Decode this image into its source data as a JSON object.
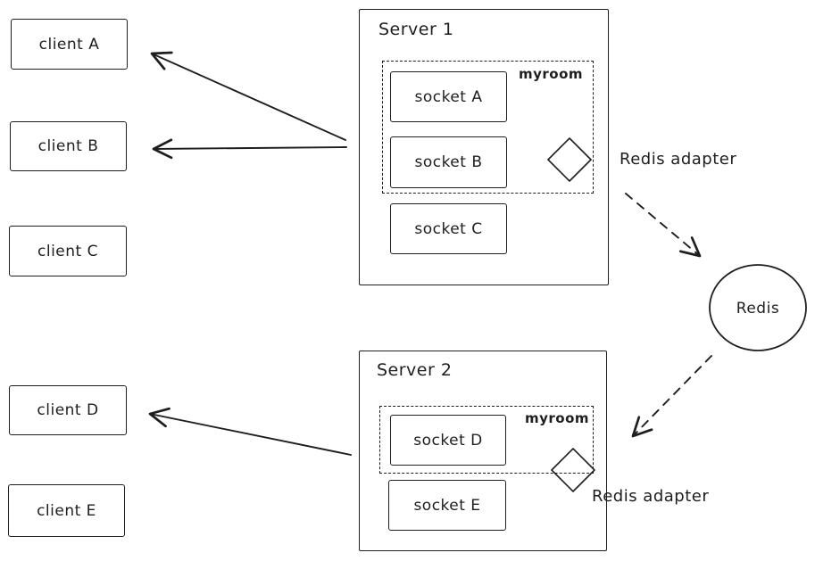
{
  "clients": [
    {
      "label": "client A"
    },
    {
      "label": "client B"
    },
    {
      "label": "client C"
    },
    {
      "label": "client D"
    },
    {
      "label": "client E"
    }
  ],
  "server1": {
    "title": "Server 1",
    "room": {
      "label": "myroom",
      "sockets": [
        {
          "label": "socket A"
        },
        {
          "label": "socket B"
        }
      ]
    },
    "outside_sockets": [
      {
        "label": "socket C"
      }
    ],
    "adapter_label": "Redis adapter"
  },
  "server2": {
    "title": "Server 2",
    "room": {
      "label": "myroom",
      "sockets": [
        {
          "label": "socket D"
        }
      ]
    },
    "outside_sockets": [
      {
        "label": "socket E"
      }
    ],
    "adapter_label": "Redis adapter"
  },
  "redis": {
    "label": "Redis"
  },
  "colors": {
    "stroke": "#1e1e1e",
    "background": "#ffffff"
  }
}
